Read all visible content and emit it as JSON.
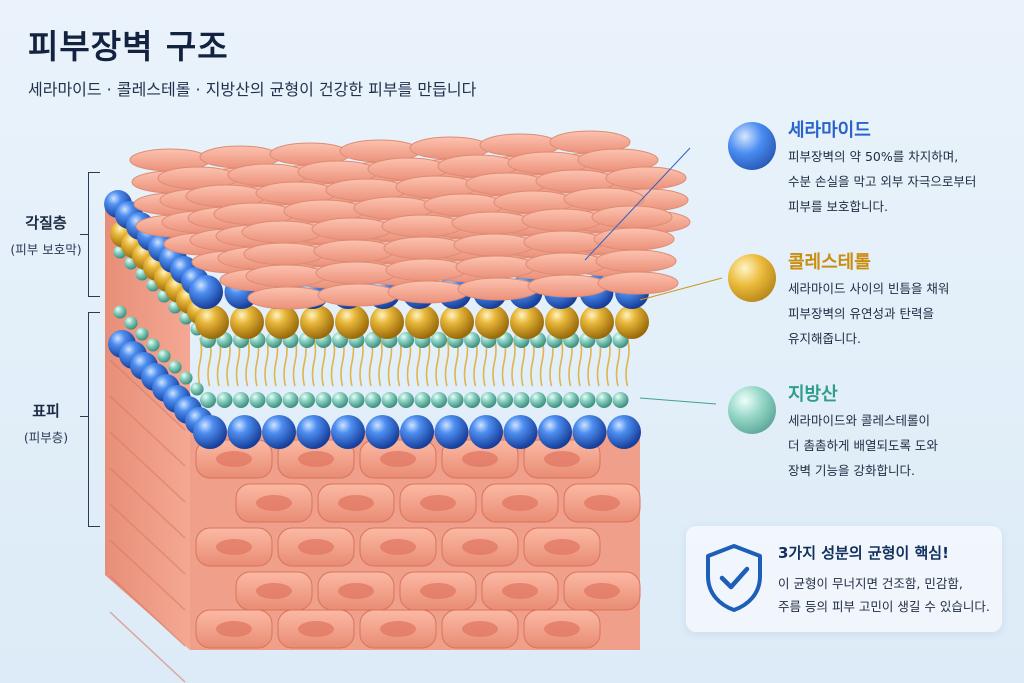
{
  "header": {
    "title": "피부장벽 구조",
    "subtitle": "세라마이드 · 콜레스테롤 · 지방산의 균형이 건강한 피부를 만듭니다"
  },
  "layers": {
    "stratum_corneum": {
      "label": "각질층",
      "sub": "(피부 보호막)"
    },
    "epidermis": {
      "label": "표피",
      "sub": "(피부층)"
    }
  },
  "legend": [
    {
      "name": "세라마이드",
      "color": "#2f6fd6",
      "title_color": "#2a63c9",
      "desc": [
        "피부장벽의 약 50%를 차지하며,",
        "수분 손실을 막고 외부 자극으로부터",
        "피부를 보호합니다."
      ]
    },
    {
      "name": "콜레스테롤",
      "color": "#e0a81d",
      "title_color": "#c98e10",
      "desc": [
        "세라마이드 사이의 빈틈을 채워",
        "피부장벽의 유연성과 탄력을",
        "유지해줍니다."
      ]
    },
    {
      "name": "지방산",
      "color": "#6fc6b4",
      "title_color": "#2f9d8b",
      "desc": [
        "세라마이드와 콜레스테롤이",
        "더 촘촘하게 배열되도록 도와",
        "장벽 기능을 강화합니다."
      ]
    }
  ],
  "callout": {
    "title": "3가지 성분의 균형이 핵심!",
    "desc": [
      "이 균형이 무너지면 건조함, 민감함,",
      "주름 등의 피부 고민이 생길 수 있습니다."
    ],
    "icon": "shield-check-icon",
    "accent": "#1d5fb8"
  }
}
